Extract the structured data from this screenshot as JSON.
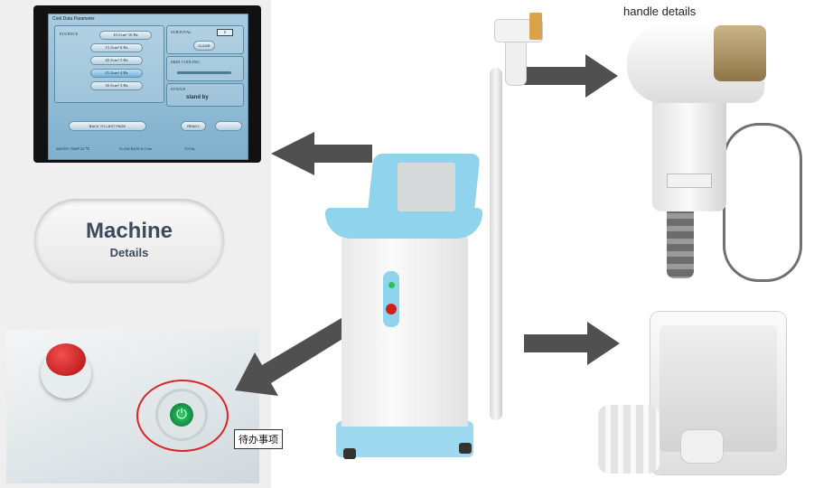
{
  "screen": {
    "title": "Cool Data Parameter",
    "fluence_label": "FLUENCE",
    "fluence_options": [
      "10 J/cm²  10 Hz",
      "15 J/cm²  6 Hz",
      "20 J/cm²  5 Hz",
      "25 J/cm²  4 Hz",
      "30 J/cm²  3 Hz"
    ],
    "subtotal_label": "SUBTOTAL",
    "subtotal_value": "0",
    "clear_label": "CLEAR",
    "skin_cooling_label": "SKIN COOLING",
    "status_label": "STATUS",
    "status_value": "stand by",
    "back_label": "BACK TO LAST PAGE",
    "ready_label": "READY",
    "footer": [
      "WATER TEMP  22 ℃",
      "FLOW RATE  6.0 l/m",
      "TOTAL"
    ]
  },
  "machine_details": {
    "title": "Machine",
    "subtitle": "Details"
  },
  "handle_label": "handle details",
  "tooltip": "待办事项",
  "colors": {
    "machine_accent": "#8fd3ec",
    "arrow": "#505050",
    "highlight_circle": "#d92525"
  }
}
